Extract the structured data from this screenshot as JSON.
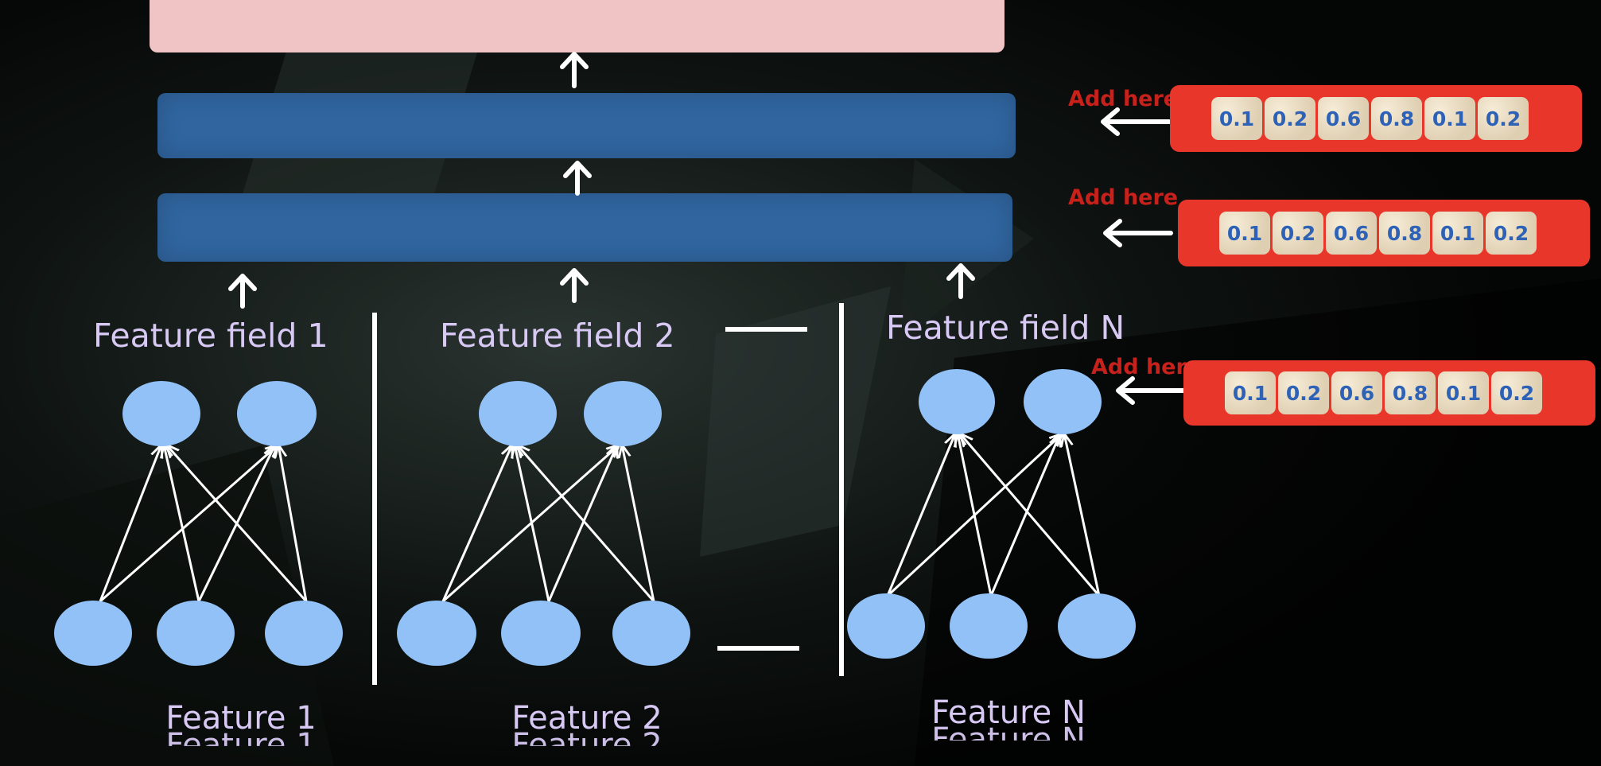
{
  "fields": [
    {
      "label": "Feature field 1",
      "feature": "Feature 1"
    },
    {
      "label": "Feature field 2",
      "feature": "Feature 2"
    },
    {
      "label": "Feature field N",
      "feature": "Feature N"
    }
  ],
  "add_label": "Add here",
  "vectors": [
    [
      "0.1",
      "0.2",
      "0.6",
      "0.8",
      "0.1",
      "0.2"
    ],
    [
      "0.1",
      "0.2",
      "0.6",
      "0.8",
      "0.1",
      "0.2"
    ],
    [
      "0.1",
      "0.2",
      "0.6",
      "0.8",
      "0.1",
      "0.2"
    ]
  ],
  "colors": {
    "background": "#050607",
    "output_layer": "#f0c4c4",
    "hidden_layer": "#30659f",
    "node": "#91c1f7",
    "vector_bg": "#e8362a",
    "vector_cell": "#e9dcc3",
    "vector_text": "#2e62b7",
    "add_label": "#c8201b",
    "field_text": "#d7c9f4",
    "arrow": "#ffffff"
  }
}
